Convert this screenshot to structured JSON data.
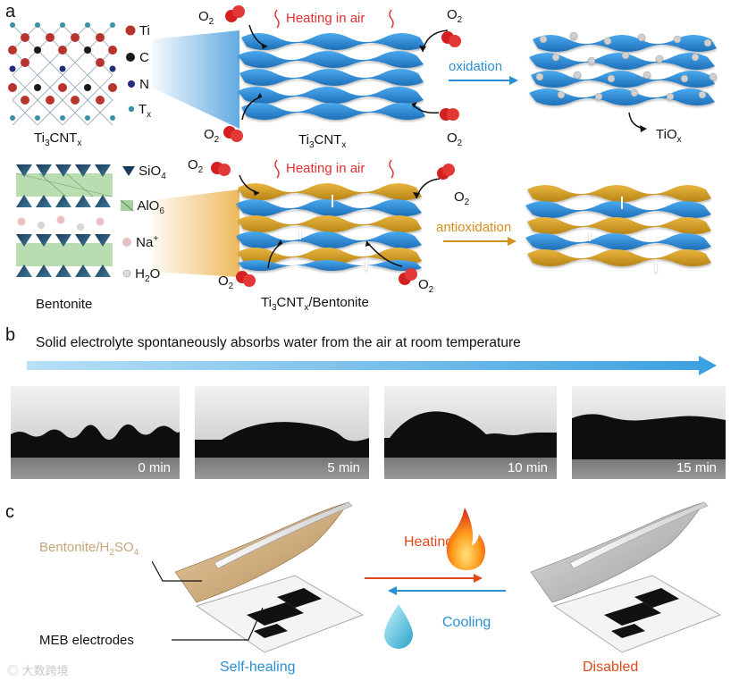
{
  "panels": {
    "a": "a",
    "b": "b",
    "c": "c"
  },
  "a": {
    "legend_ti3cntx": {
      "title_main": "Ti",
      "title_sub1": "3",
      "title_mid": "CNT",
      "title_sub2": "x",
      "items": [
        {
          "symbol": "Ti",
          "color": "#b8342e"
        },
        {
          "symbol": "C",
          "color": "#1a1a1a"
        },
        {
          "symbol": "N",
          "color": "#1f2d7a"
        },
        {
          "symbol_main": "T",
          "symbol_sub": "x",
          "color": "#3c8fa8"
        }
      ]
    },
    "legend_bentonite": {
      "title": "Bentonite",
      "items": [
        {
          "main": "SiO",
          "sub": "4"
        },
        {
          "main": "AlO",
          "sub": "6"
        },
        {
          "main": "Na",
          "sup": "+"
        },
        {
          "main": "H",
          "sub": "2",
          "tail": "O"
        }
      ]
    },
    "o2_main": "O",
    "o2_sub": "2",
    "heating": "Heating in air",
    "oxidation": "oxidation",
    "antioxidation": "antioxidation",
    "tiox_main": "TiO",
    "tiox_sub": "x",
    "top_stack_label": {
      "main": "Ti",
      "sub1": "3",
      "mid": "CNT",
      "sub2": "x"
    },
    "bottom_stack_label": {
      "main": "Ti",
      "sub1": "3",
      "mid": "CNT",
      "sub2": "x",
      "tail": "/Bentonite"
    },
    "colors": {
      "mxene": "#2f8fd8",
      "bentonite": "#d4a020",
      "o2": "#d42020",
      "arrow_blue": "#2b8fd4",
      "arrow_orange": "#d4911c"
    }
  },
  "b": {
    "caption": "Solid electrolyte spontaneously absorbs water from the air at room temperature",
    "photos": [
      {
        "time": "0 min"
      },
      {
        "time": "5 min"
      },
      {
        "time": "10 min"
      },
      {
        "time": "15 min"
      }
    ]
  },
  "c": {
    "bentonite_label_main": "Bentonite/H",
    "bentonite_label_sub": "2",
    "bentonite_label_tail": "SO",
    "bentonite_label_sub2": "4",
    "electrodes_label": "MEB electrodes",
    "heating": "Heating",
    "cooling": "Cooling",
    "self_healing": "Self-healing",
    "disabled": "Disabled",
    "watermark": "大数跨境",
    "colors": {
      "heating": "#e04a1a",
      "cooling": "#2b8fd4",
      "disabled": "#e04a1a"
    }
  }
}
